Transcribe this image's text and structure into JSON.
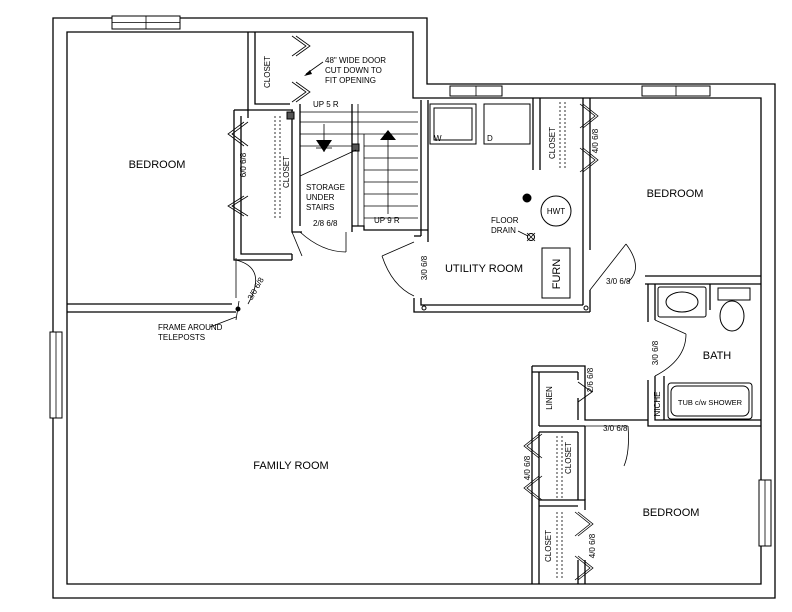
{
  "rooms": {
    "bedroom_left": "BEDROOM",
    "bedroom_right_top": "BEDROOM",
    "bedroom_right_bottom": "BEDROOM",
    "utility": "UTILITY ROOM",
    "family": "FAMILY ROOM",
    "bath": "BATH"
  },
  "labels": {
    "closet": "CLOSET",
    "linen": "LINEN",
    "niche": "NICHE",
    "door_note_1": "48\" WIDE DOOR",
    "door_note_2": "CUT DOWN TO",
    "door_note_3": "FIT OPENING",
    "up_5r": "UP 5 R",
    "up_9r": "UP 9 R",
    "storage_1": "STORAGE",
    "storage_2": "UNDER",
    "storage_3": "STAIRS",
    "hwt": "HWT",
    "furn": "FURN",
    "washer": "W",
    "dryer": "D",
    "floor_drain_1": "FLOOR",
    "floor_drain_2": "DRAIN",
    "frame_1": "FRAME AROUND",
    "frame_2": "TELEPOSTS",
    "tub": "TUB c/w SHOWER"
  },
  "doors": {
    "d_60_68": "6/0 6/8",
    "d_28_68": "2/8 6/8",
    "d_30_68": "3/0 6/8",
    "d_40_68": "4/0 6/8",
    "d_26_68": "2/6 6/8"
  }
}
